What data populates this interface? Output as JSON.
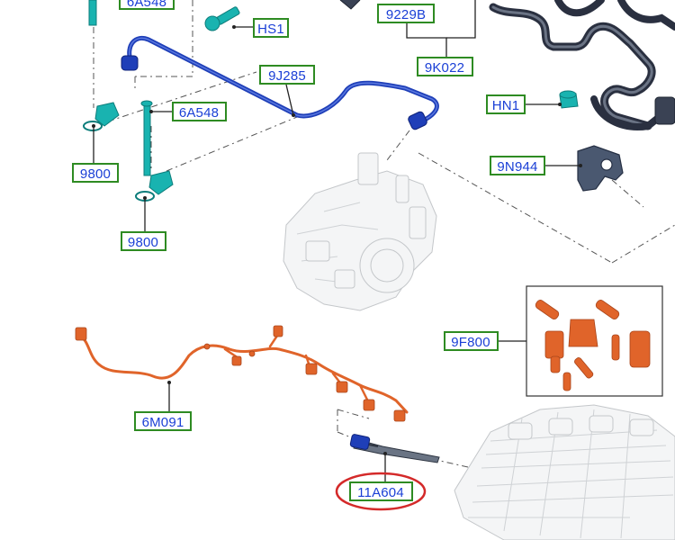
{
  "labels": {
    "p6A548_top": "6A548",
    "hs1": "HS1",
    "p9229B": "9229B",
    "p9K022": "9K022",
    "p9J285": "9J285",
    "p6A548": "6A548",
    "hn1": "HN1",
    "p9800_a": "9800",
    "p9N944": "9N944",
    "p9800_b": "9800",
    "p9F800": "9F800",
    "p6M091": "6M091",
    "p11A604": "11A604"
  },
  "colors": {
    "label_border": "#2e8b22",
    "label_text": "#1a3fd6",
    "fuel_line": "#1f3fb8",
    "teal_parts": "#19b3b0",
    "harness": "#e0642a",
    "highlight_circle": "#d42a2a",
    "injector_lines": "#2a3040"
  },
  "highlighted_part": "11A604"
}
